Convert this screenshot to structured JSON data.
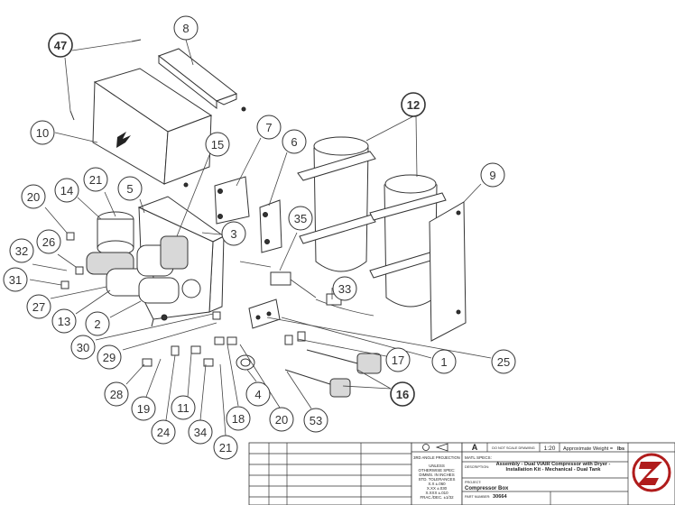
{
  "callouts": [
    "47",
    "8",
    "10",
    "7",
    "6",
    "12",
    "15",
    "9",
    "14",
    "21",
    "5",
    "20",
    "26",
    "32",
    "31",
    "27",
    "13",
    "2",
    "3",
    "35",
    "33",
    "30",
    "29",
    "25",
    "1",
    "17",
    "28",
    "19",
    "24",
    "11",
    "34",
    "21",
    "18",
    "4",
    "20",
    "53",
    "16"
  ],
  "title_block": {
    "sheet_size": "A",
    "scale_note": "DO NOT SCALE DRAWING",
    "scale": "1:20",
    "weight_label": "Approximate Weight =",
    "weight_unit": "lbs",
    "projection": "3RD ANGLE PROJECTION",
    "tolerance_notes": [
      "UNLESS",
      "OTHERWISE SPEC:",
      "DIMMS. IN INCHES",
      "STD. TOLERANCES",
      "X.X ±.060",
      "X.XX ±.030",
      "X.XXX ±.010",
      "FRAC./DEC. ±1/32"
    ],
    "matl_specs": "MATL SPECS:",
    "description_label": "DESCRIPTION:",
    "description": "Assembly - Dual VIAIR Compressor with Dryer - Installation Kit - Mechanical - Dual Tank",
    "project_label": "PROJECT:",
    "project": "Compressor Box",
    "part_number_label": "PART NUMBER:",
    "part_number": "30664"
  },
  "colors": {
    "line": "#333333",
    "logo_red": "#b01c1c"
  }
}
